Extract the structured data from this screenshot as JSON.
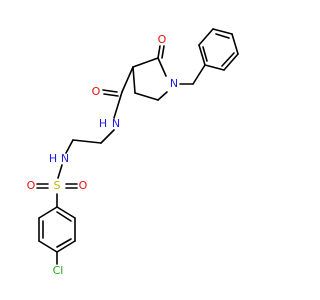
{
  "atoms": {
    "o_lactam": {
      "label": "O",
      "color": "#e8100c"
    },
    "n_ring": {
      "label": "N",
      "color": "#1e1ee8"
    },
    "o_amide": {
      "label": "O",
      "color": "#e8100c"
    },
    "nh_amide": {
      "label": "N",
      "color": "#1e1ee8"
    },
    "h_amide": {
      "label": "H",
      "color": "#1e1ee8"
    },
    "h_sulfonamide": {
      "label": "H",
      "color": "#1e1ee8"
    },
    "n_sulfonamide": {
      "label": "N",
      "color": "#1e1ee8"
    },
    "s": {
      "label": "S",
      "color": "#c8b400"
    },
    "o_s_left": {
      "label": "O",
      "color": "#e8100c"
    },
    "o_s_right": {
      "label": "O",
      "color": "#e8100c"
    },
    "cl": {
      "label": "Cl",
      "color": "#1ea81e"
    }
  }
}
